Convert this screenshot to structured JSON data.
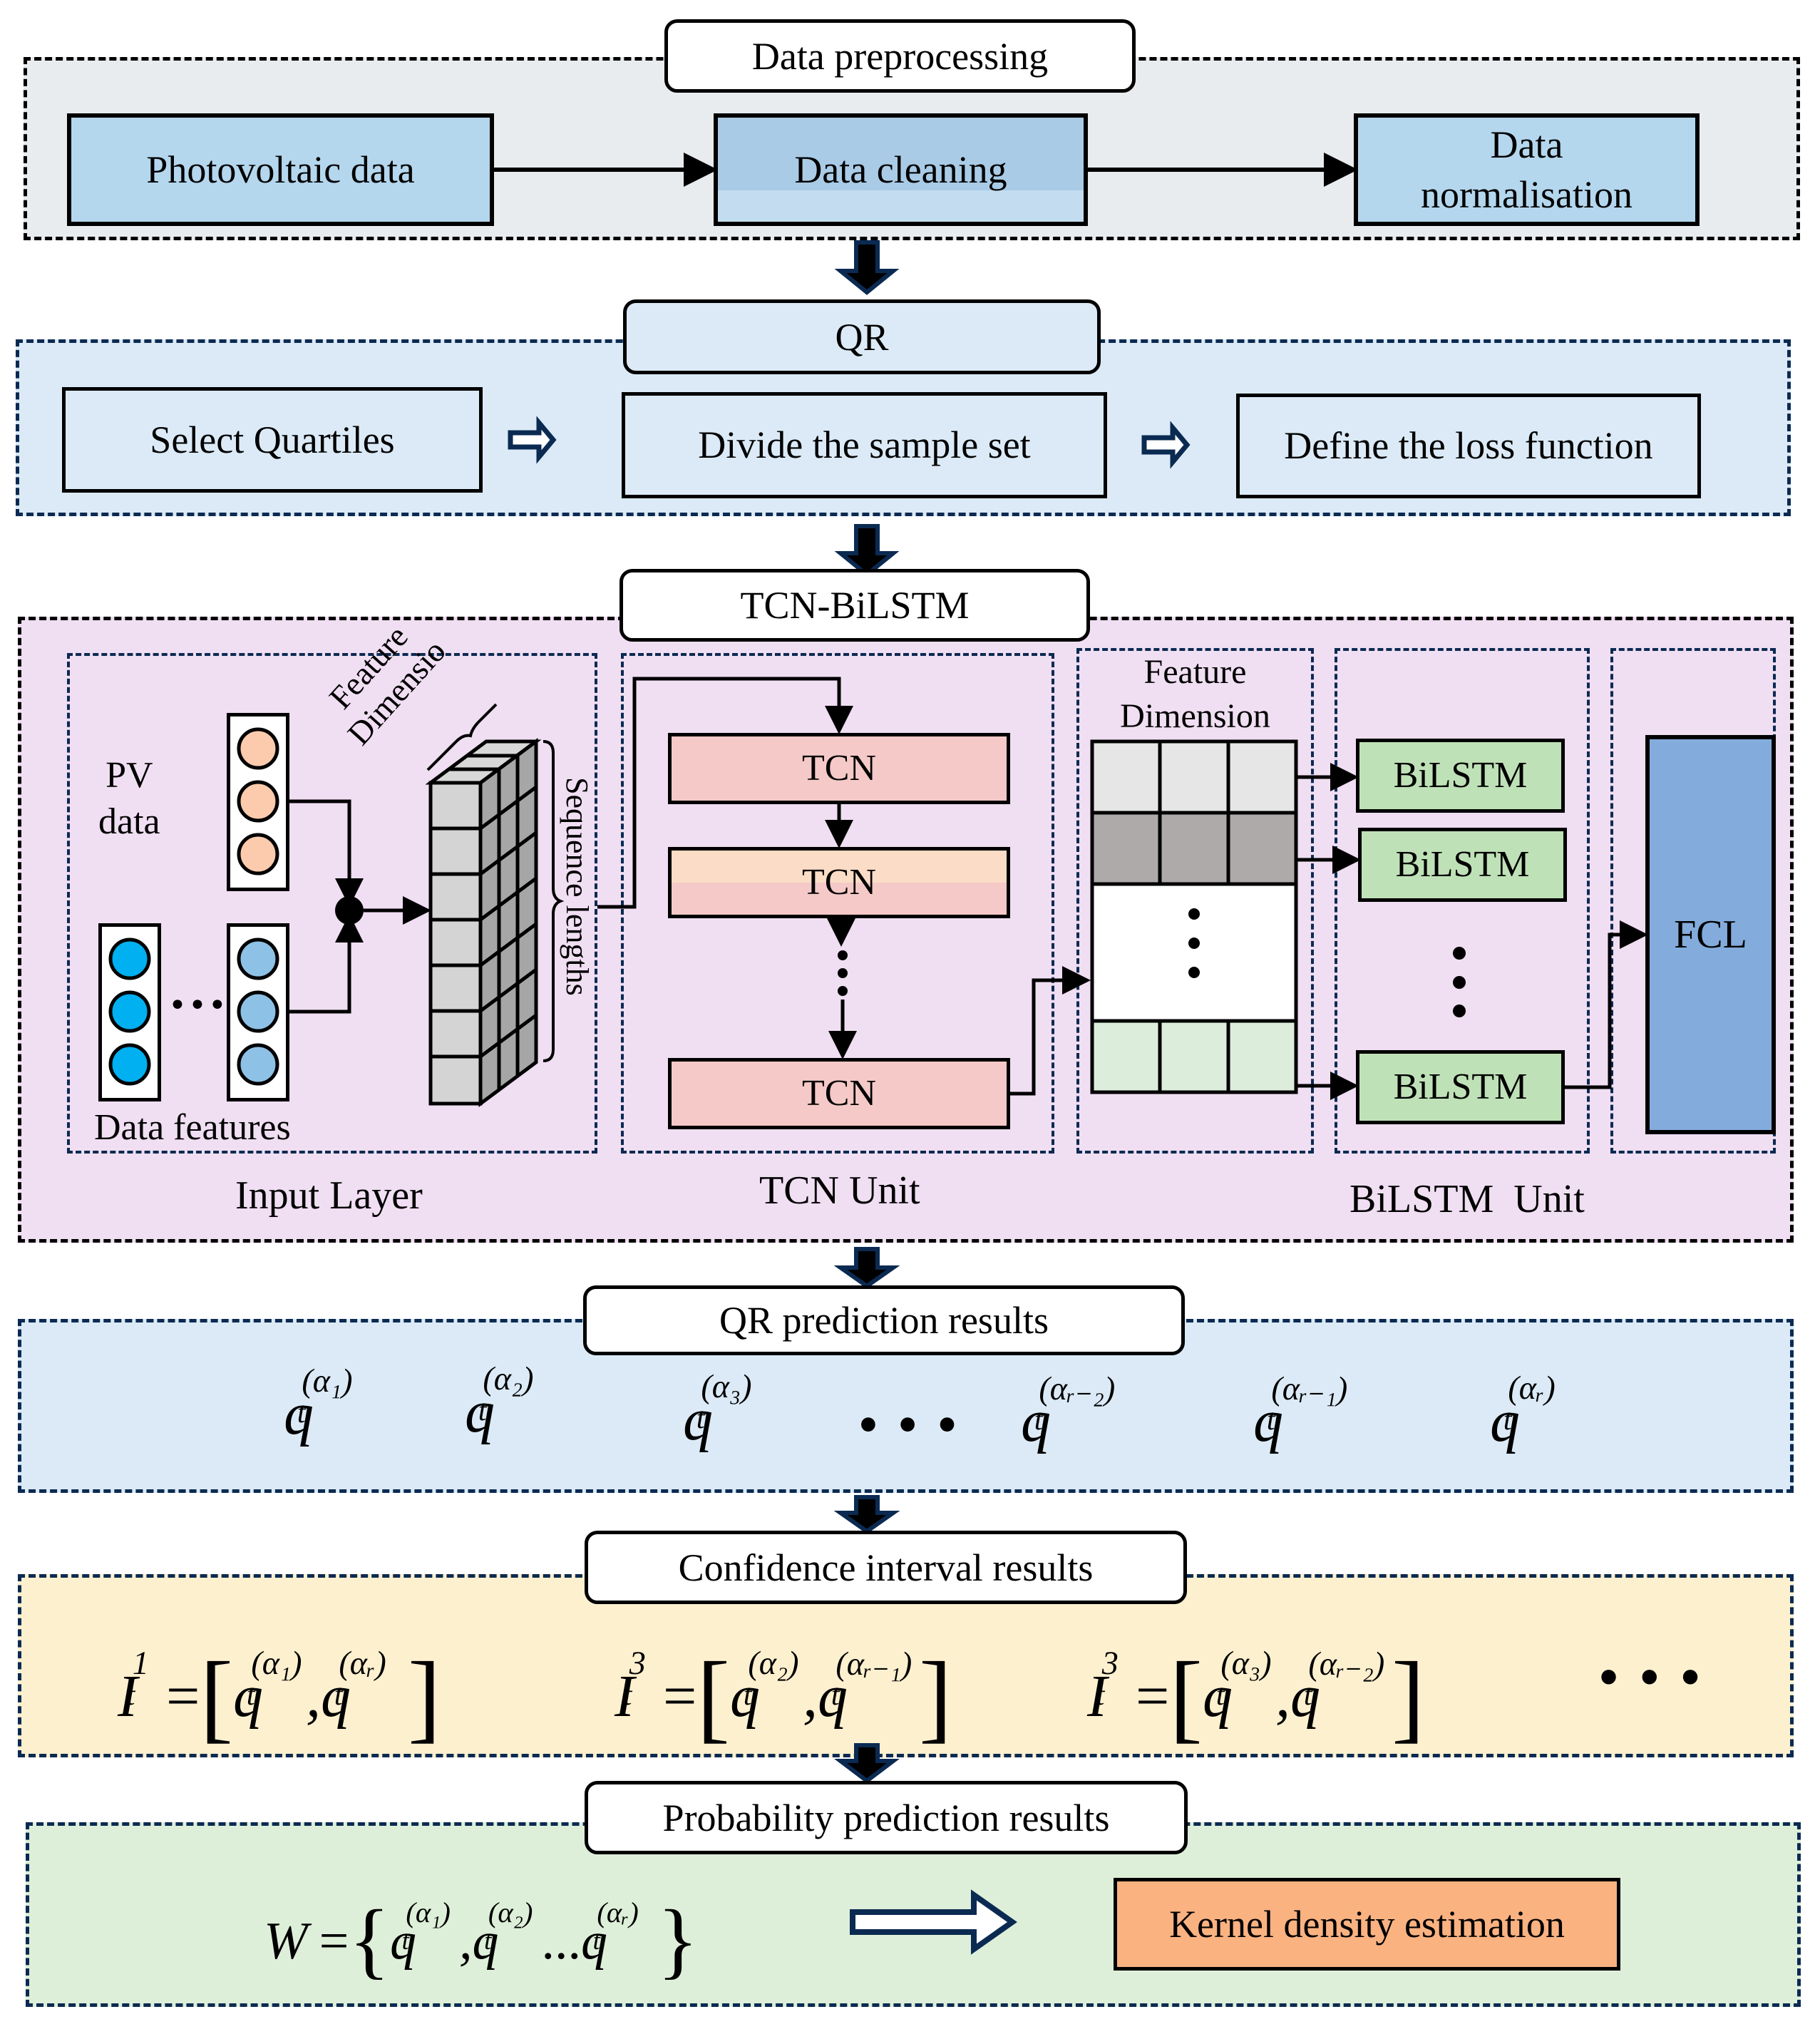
{
  "sections": {
    "preprocessing": {
      "title": "Data preprocessing",
      "steps": [
        "Photovoltaic data",
        "Data cleaning",
        "Data normalisation"
      ]
    },
    "qr": {
      "title": "QR",
      "steps": [
        "Select Quartiles",
        "Divide the sample set",
        "Define the loss function"
      ]
    },
    "tcn_bilstm": {
      "title": "TCN-BiLSTM",
      "input_layer": {
        "caption": "Input Layer",
        "pv_label_line1": "PV",
        "pv_label_line2": "data",
        "features_label": "Data features",
        "feature_dim_label_line1": "Feature",
        "feature_dim_label_line2": "Dimensio",
        "sequence_label": "Sequence lengths",
        "ellipsis": "•••"
      },
      "tcn_unit": {
        "caption": "TCN Unit",
        "blocks": [
          "TCN",
          "TCN",
          "TCN"
        ]
      },
      "feature_dimension": {
        "label_line1": "Feature",
        "label_line2": "Dimension"
      },
      "bilstm_unit": {
        "caption": "BiLSTM  Unit",
        "blocks": [
          "BiLSTM",
          "BiLSTM",
          "BiLSTM"
        ]
      },
      "fcl": {
        "label": "FCL"
      }
    },
    "qr_results": {
      "title": "QR prediction results",
      "quantiles": [
        {
          "base": "q",
          "sub": "t",
          "sup": "(α₁)"
        },
        {
          "base": "q",
          "sub": "t",
          "sup": "(α₂)"
        },
        {
          "base": "q",
          "sub": "t",
          "sup": "(α₃)"
        },
        {
          "ellipsis": "• • •"
        },
        {
          "base": "q",
          "sub": "t",
          "sup": "(αᵣ₋₂)"
        },
        {
          "base": "q",
          "sub": "t",
          "sup": "(αᵣ₋₁)"
        },
        {
          "base": "q",
          "sub": "t",
          "sup": "(αᵣ)"
        }
      ]
    },
    "confidence": {
      "title": "Confidence interval results",
      "intervals": [
        {
          "name": "I",
          "sub": "t",
          "sup": "1",
          "lower": "(α₁)",
          "upper": "(αᵣ)"
        },
        {
          "name": "I",
          "sub": "t",
          "sup": "3",
          "lower": "(α₂)",
          "upper": "(αᵣ₋₁)"
        },
        {
          "name": "I",
          "sub": "t",
          "sup": "3",
          "lower": "(α₃)",
          "upper": "(αᵣ₋₂)"
        }
      ],
      "ellipsis": "• • •"
    },
    "probability": {
      "title": "Probability prediction results",
      "formula_lhs": "W",
      "formula_terms": [
        "(α₁)",
        "(α₂)",
        "(αᵣ)"
      ],
      "kde_label": "Kernel density estimation"
    }
  },
  "colors": {
    "preprocessing_bg": "#e9ecef",
    "step_blue": "#b4d7ee",
    "qr_bg": "#dbeaf6",
    "tcn_bg": "#f0def2",
    "tcn_block": "#f4c9c7",
    "tcn_block_mid": "#f8d6c4",
    "bilstm_block": "#bfe1b7",
    "fcl_block": "#83acdc",
    "confidence_bg": "#fdf0cf",
    "probability_bg": "#deefd9",
    "kde_block": "#fab281",
    "navy": "#0b2a52"
  }
}
